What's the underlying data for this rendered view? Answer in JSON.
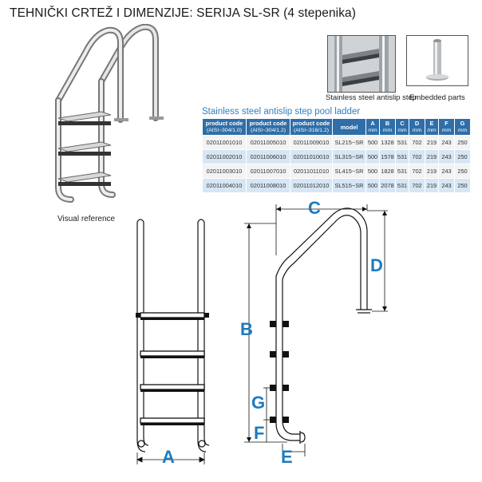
{
  "title": "TEHNIČKI CRTEŽ I DIMENZIJE: SERIJA SL-SR (4 stepenika)",
  "photos": {
    "step_caption": "Stainless steel antislip step",
    "embedded_caption": "Embedded parts",
    "visual_reference": "Visual reference"
  },
  "table": {
    "title": "Stainless steel antislip step pool ladder",
    "headers": [
      {
        "label": "product code",
        "sub": "(AISI~304/1.0)"
      },
      {
        "label": "product code",
        "sub": "(AISI~304/1.2)"
      },
      {
        "label": "product code",
        "sub": "(AISI~316/1.2)"
      },
      {
        "label": "model",
        "sub": ""
      },
      {
        "label": "A",
        "sub": "mm"
      },
      {
        "label": "B",
        "sub": "mm"
      },
      {
        "label": "C",
        "sub": "mm"
      },
      {
        "label": "D",
        "sub": "mm"
      },
      {
        "label": "E",
        "sub": "mm"
      },
      {
        "label": "F",
        "sub": "mm"
      },
      {
        "label": "G",
        "sub": "mm"
      }
    ],
    "rows": [
      [
        "02011001010",
        "02011005010",
        "02011009010",
        "SL215~SR",
        "500",
        "1328",
        "531",
        "702",
        "219",
        "243",
        "250"
      ],
      [
        "02011002010",
        "02011006010",
        "02011010010",
        "SL315~SR",
        "500",
        "1578",
        "531",
        "702",
        "219",
        "243",
        "250"
      ],
      [
        "02011003010",
        "02011007010",
        "02011011010",
        "SL415~SR",
        "500",
        "1828",
        "531",
        "702",
        "219",
        "243",
        "250"
      ],
      [
        "02011004010",
        "02011008010",
        "02011012010",
        "SL515~SR",
        "500",
        "2078",
        "531",
        "702",
        "219",
        "243",
        "250"
      ]
    ]
  },
  "dimensions": {
    "A": "A",
    "B": "B",
    "C": "C",
    "D": "D",
    "E": "E",
    "F": "F",
    "G": "G"
  },
  "colors": {
    "dimension_blue": "#1d7bbf",
    "table_header": "#2f6ea8",
    "table_title": "#2e7fc0",
    "row_alt": "#d7e6f4"
  }
}
